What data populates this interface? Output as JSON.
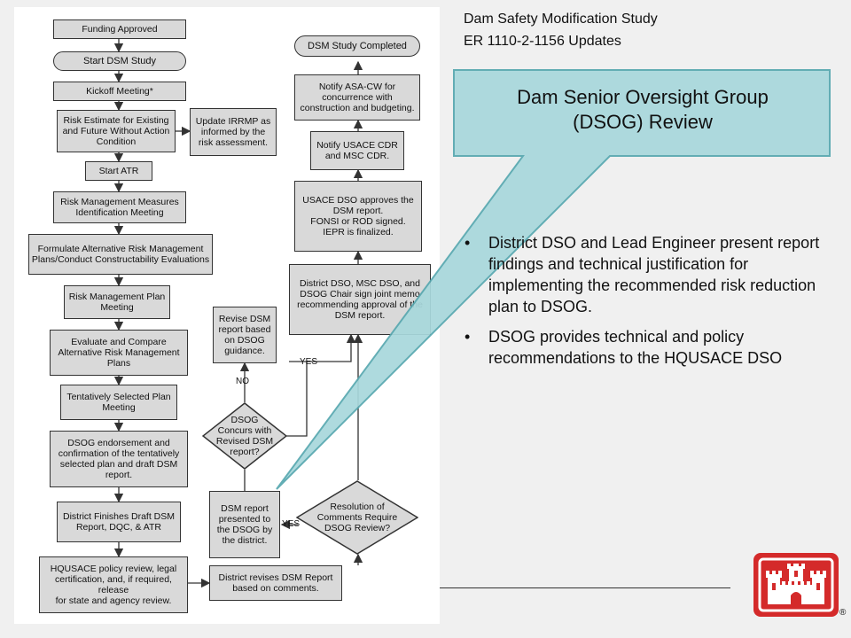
{
  "header": {
    "line1": "Dam Safety Modification Study",
    "line2": "ER 1110-2-1156 Updates"
  },
  "callout": {
    "title": "Dam Senior Oversight Group\n(DSOG) Review",
    "fill": "#a8d8dc",
    "stroke": "#58a8b0"
  },
  "bullets": [
    "District DSO and Lead Engineer present report findings and technical justification for implementing the recommended risk reduction plan to DSOG.",
    "DSOG provides technical and policy recommendations to the HQUSACE DSO"
  ],
  "flowchart": {
    "left_column": [
      "Funding Approved",
      "Start DSM Study",
      "Kickoff Meeting*",
      "Risk Estimate for Existing\nand Future Without Action\nCondition",
      "Start  ATR",
      "Risk Management Measures\nIdentification Meeting",
      "Formulate Alternative Risk Management\nPlans/Conduct Constructability Evaluations",
      "Risk Management Plan\nMeeting",
      "Evaluate and Compare\nAlternative Risk Management\nPlans",
      "Tentatively Selected Plan\nMeeting",
      "DSOG endorsement and\nconfirmation of the tentatively\nselected plan and draft DSM\nreport.",
      "District Finishes Draft DSM\nReport,  DQC, & ATR",
      "HQUSACE policy review, legal\ncertification, and, if required, release\nfor state and agency review."
    ],
    "update_box": "Update IRRMP as\ninformed by the\nrisk assessment.",
    "right_column": [
      "DSM Study Completed",
      "Notify ASA-CW for\nconcurrence with\nconstruction and budgeting.",
      "Notify USACE CDR\nand MSC CDR.",
      "USACE DSO approves the\nDSM report.\nFONSI or ROD signed.\nIEPR is finalized.",
      "District DSO, MSC DSO, and\nDSOG Chair sign joint memo\nrecommending  approval of the\nDSM report."
    ],
    "revise_box": "Revise DSM\nreport based\non DSOG\nguidance.",
    "concur_diamond": "DSOG\nConcurs with\nRevised DSM\nreport?",
    "presented_box": "DSM report\npresented to\nthe DSOG by\nthe district.",
    "resolution_diamond": "Resolution of\nComments Require\nDSOG Review?",
    "revises_box": "District revises DSM Report\nbased on comments.",
    "labels": {
      "yes1": "YES",
      "no": "NO",
      "yes2": "YES"
    }
  },
  "logo": {
    "color": "#d42a2a",
    "registered": "®"
  }
}
